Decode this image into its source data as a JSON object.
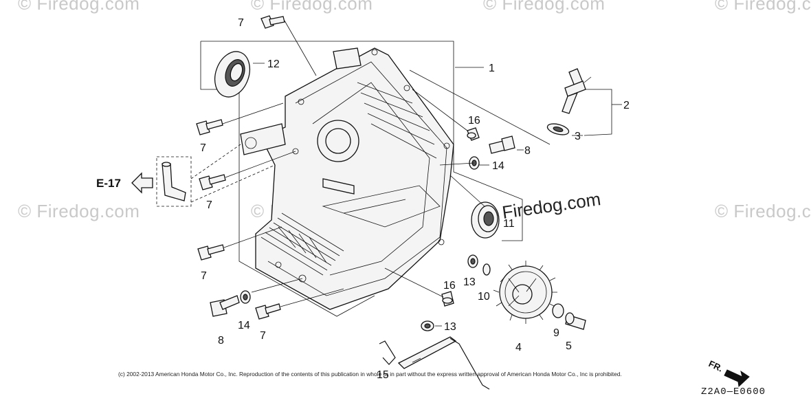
{
  "watermarks": [
    "© Firedog.com",
    "© Firedog.com",
    "© Firedog.com",
    "© Firedog.com",
    "© Firedog.com",
    "© Firedog.com",
    "© Firedog.com"
  ],
  "brand_text": "Firedog.com",
  "reference_label": "E-17",
  "front_label": "FR.",
  "diagram_code": "Z2A0—E0600",
  "copyright": "(c) 2002-2013 American Honda Motor Co., Inc. Reproduction of the contents of this publication in whole or in part without the express written approval of American Honda Motor Co., Inc is prohibited.",
  "callouts": {
    "c1": "1",
    "c2": "2",
    "c3": "3",
    "c4": "4",
    "c5": "5",
    "c7a": "7",
    "c7b": "7",
    "c7c": "7",
    "c7d": "7",
    "c7e": "7",
    "c8a": "8",
    "c8b": "8",
    "c9": "9",
    "c10": "10",
    "c11": "11",
    "c12": "12",
    "c13a": "13",
    "c13b": "13",
    "c14a": "14",
    "c14b": "14",
    "c15": "15",
    "c16a": "16",
    "c16b": "16"
  }
}
